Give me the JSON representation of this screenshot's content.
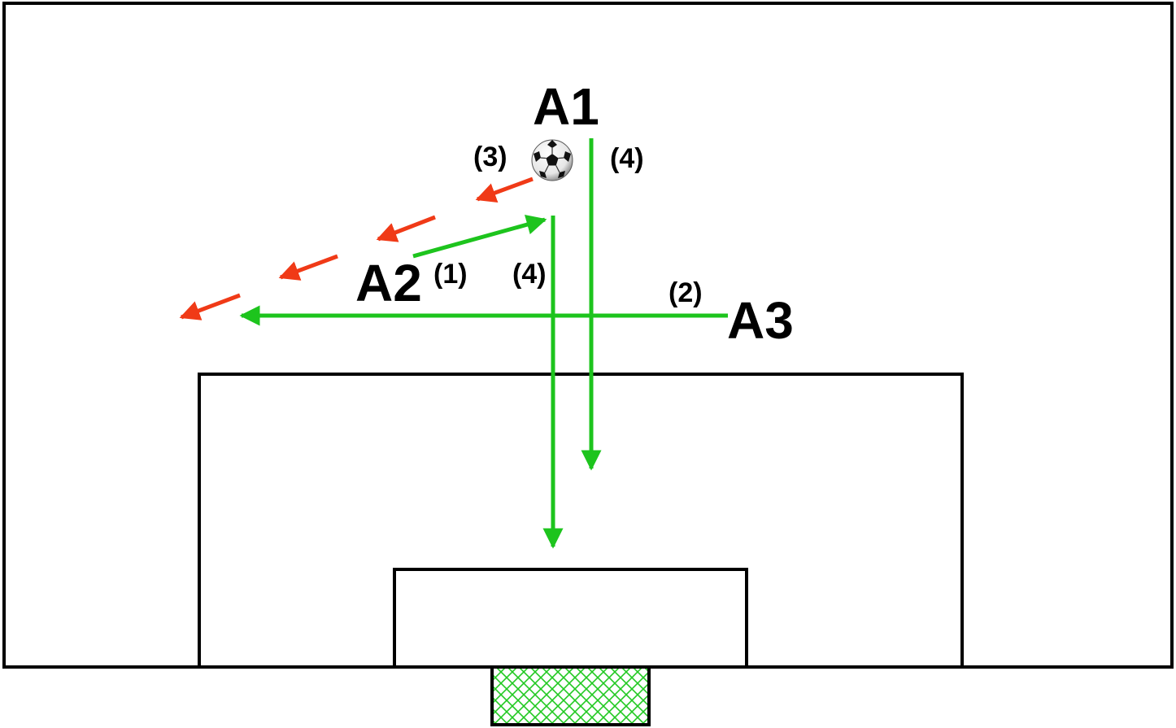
{
  "players": {
    "a1": "A1",
    "a2": "A2",
    "a3": "A3"
  },
  "steps": {
    "step_1": "(1)",
    "step_2": "(2)",
    "step_3": "(3)",
    "step_4_a1": "(4)",
    "step_4_a2": "(4)"
  },
  "colors": {
    "player_run": "#1DC41D",
    "ball_path": "#F03A17",
    "lines": "#000000",
    "net": "#22C922"
  },
  "icons": {
    "ball": "soccer-ball-icon",
    "net": "goal-net-icon"
  }
}
